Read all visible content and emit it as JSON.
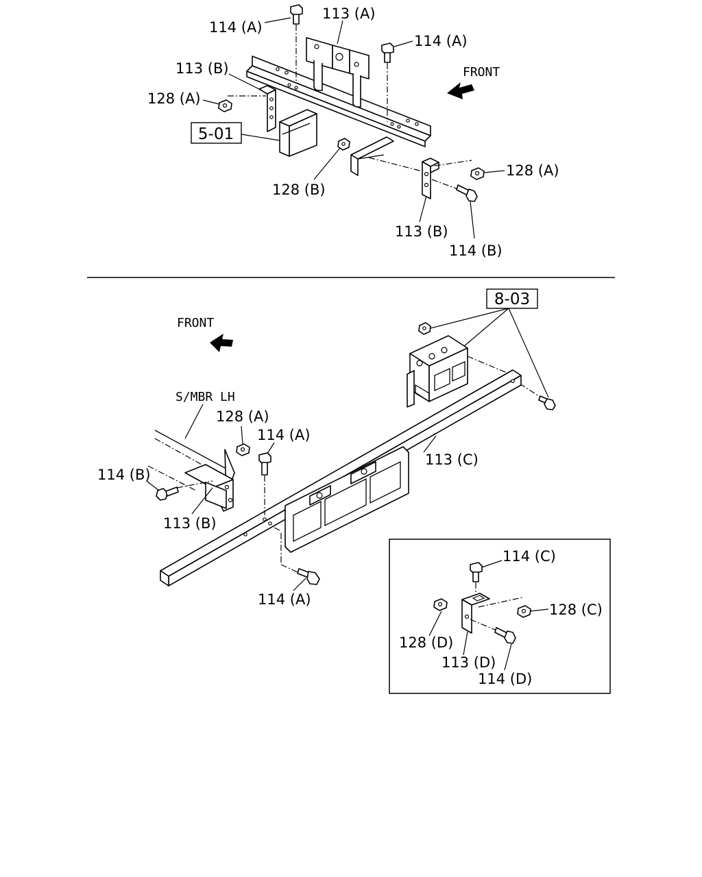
{
  "top_view": {
    "labels": {
      "bolt_a_left": "114 (A)",
      "bracket_a": "113 (A)",
      "bolt_a_right": "114 (A)",
      "bracket_b_left": "113 (B)",
      "nut_a_left": "128 (A)",
      "ref_box": "5-01",
      "front": "FRONT",
      "nut_b": "128 (B)",
      "nut_a_right": "128 (A)",
      "bracket_b_right": "113 (B)",
      "bolt_b": "114 (B)"
    }
  },
  "bottom_view": {
    "labels": {
      "ref_box": "8-03",
      "front": "FRONT",
      "side_member": "S/MBR LH",
      "nut_a": "128 (A)",
      "bolt_a_upper": "114 (A)",
      "bar_c": "113 (C)",
      "bolt_b": "114 (B)",
      "bracket_b": "113 (B)",
      "bolt_a_lower": "114 (A)"
    }
  },
  "inset": {
    "labels": {
      "bolt_c": "114 (C)",
      "nut_c": "128 (C)",
      "nut_d": "128 (D)",
      "bracket_d": "113 (D)",
      "bolt_d": "114 (D)"
    }
  }
}
